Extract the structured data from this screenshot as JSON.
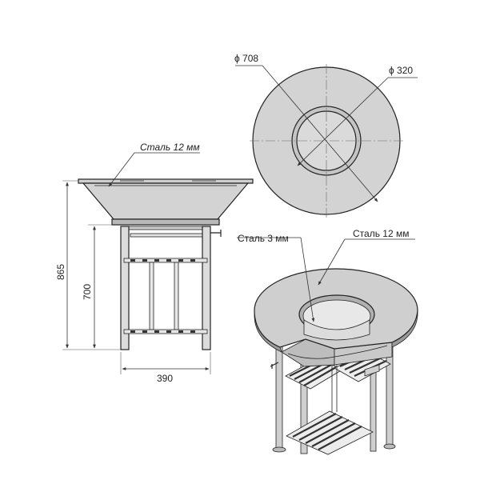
{
  "labels": {
    "outer_diameter": "ϕ 708",
    "inner_diameter": "ϕ 320",
    "steel_12_front": "Сталь 12 мм",
    "steel_3_iso": "Сталь 3 мм",
    "steel_12_iso": "Сталь 12 мм",
    "height_total": "865",
    "height_legs": "700",
    "width_base": "390"
  },
  "colors": {
    "metal_fill": "#d6d6d6",
    "metal_dark": "#9a9a9a",
    "line": "#222222"
  }
}
